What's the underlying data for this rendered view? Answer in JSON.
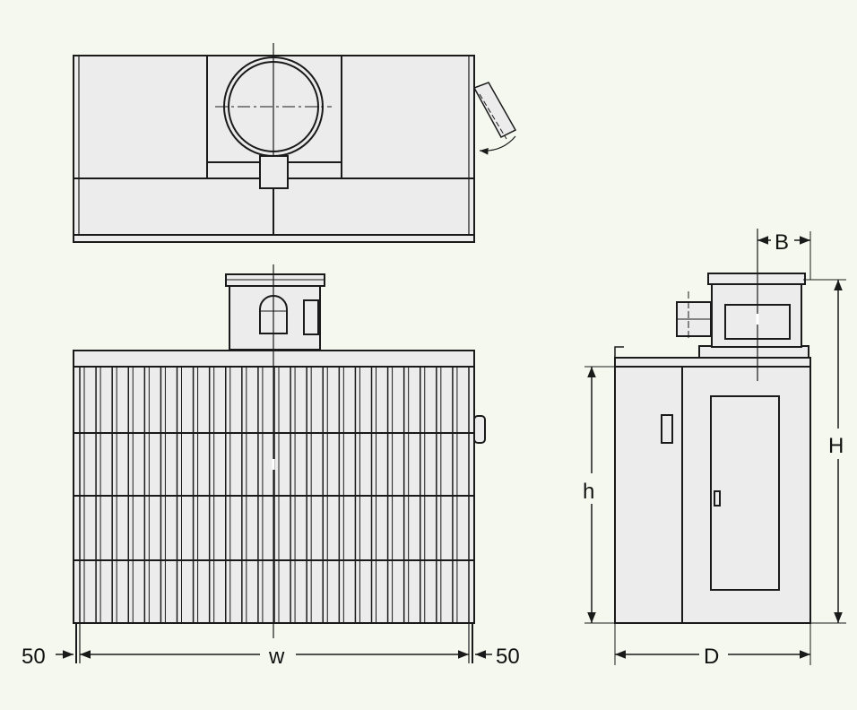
{
  "colors": {
    "background": "#f4f8ee",
    "fill": "#ececec",
    "line": "#1a1a1a"
  },
  "views": {
    "top_view": {},
    "front_view": {},
    "side_view": {}
  },
  "dimensions": {
    "w": "w",
    "left_clearance": "50",
    "right_clearance": "50",
    "h": "h",
    "H": "H",
    "D": "D",
    "B": "B"
  }
}
